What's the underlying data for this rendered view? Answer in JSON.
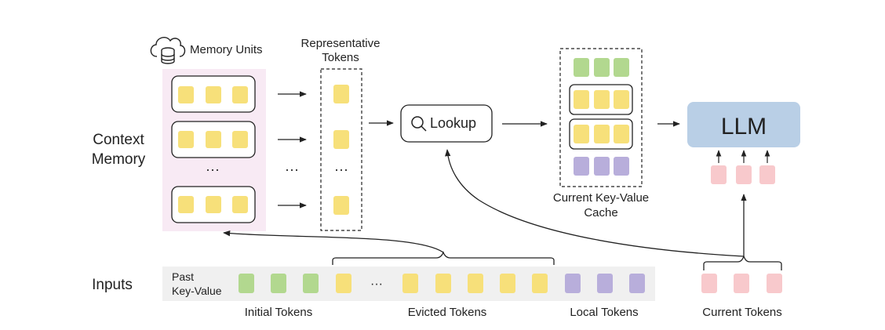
{
  "memory_units": {
    "title": "Memory Units"
  },
  "context_memory": {
    "line1": "Context",
    "line2": "Memory"
  },
  "representative": {
    "line1": "Representative",
    "line2": "Tokens"
  },
  "lookup": {
    "label": "Lookup"
  },
  "kv_cache": {
    "line1": "Current Key-Value",
    "line2": "Cache"
  },
  "llm": {
    "label": "LLM"
  },
  "inputs": {
    "label": "Inputs",
    "past_kv_line1": "Past",
    "past_kv_line2": "Key-Value",
    "initial_tokens": "Initial Tokens",
    "evicted_tokens": "Evicted Tokens",
    "local_tokens": "Local Tokens",
    "current_tokens": "Current Tokens"
  },
  "ellipsis": "···",
  "colors": {
    "yellow": "#f7e07a",
    "green": "#b2d88f",
    "purple": "#b8aedb",
    "pink": "#f8c9cc",
    "llm_blue": "#b9cfe6",
    "memory_bg": "#f8eaf4",
    "inputs_bg": "#f0f0f0"
  }
}
